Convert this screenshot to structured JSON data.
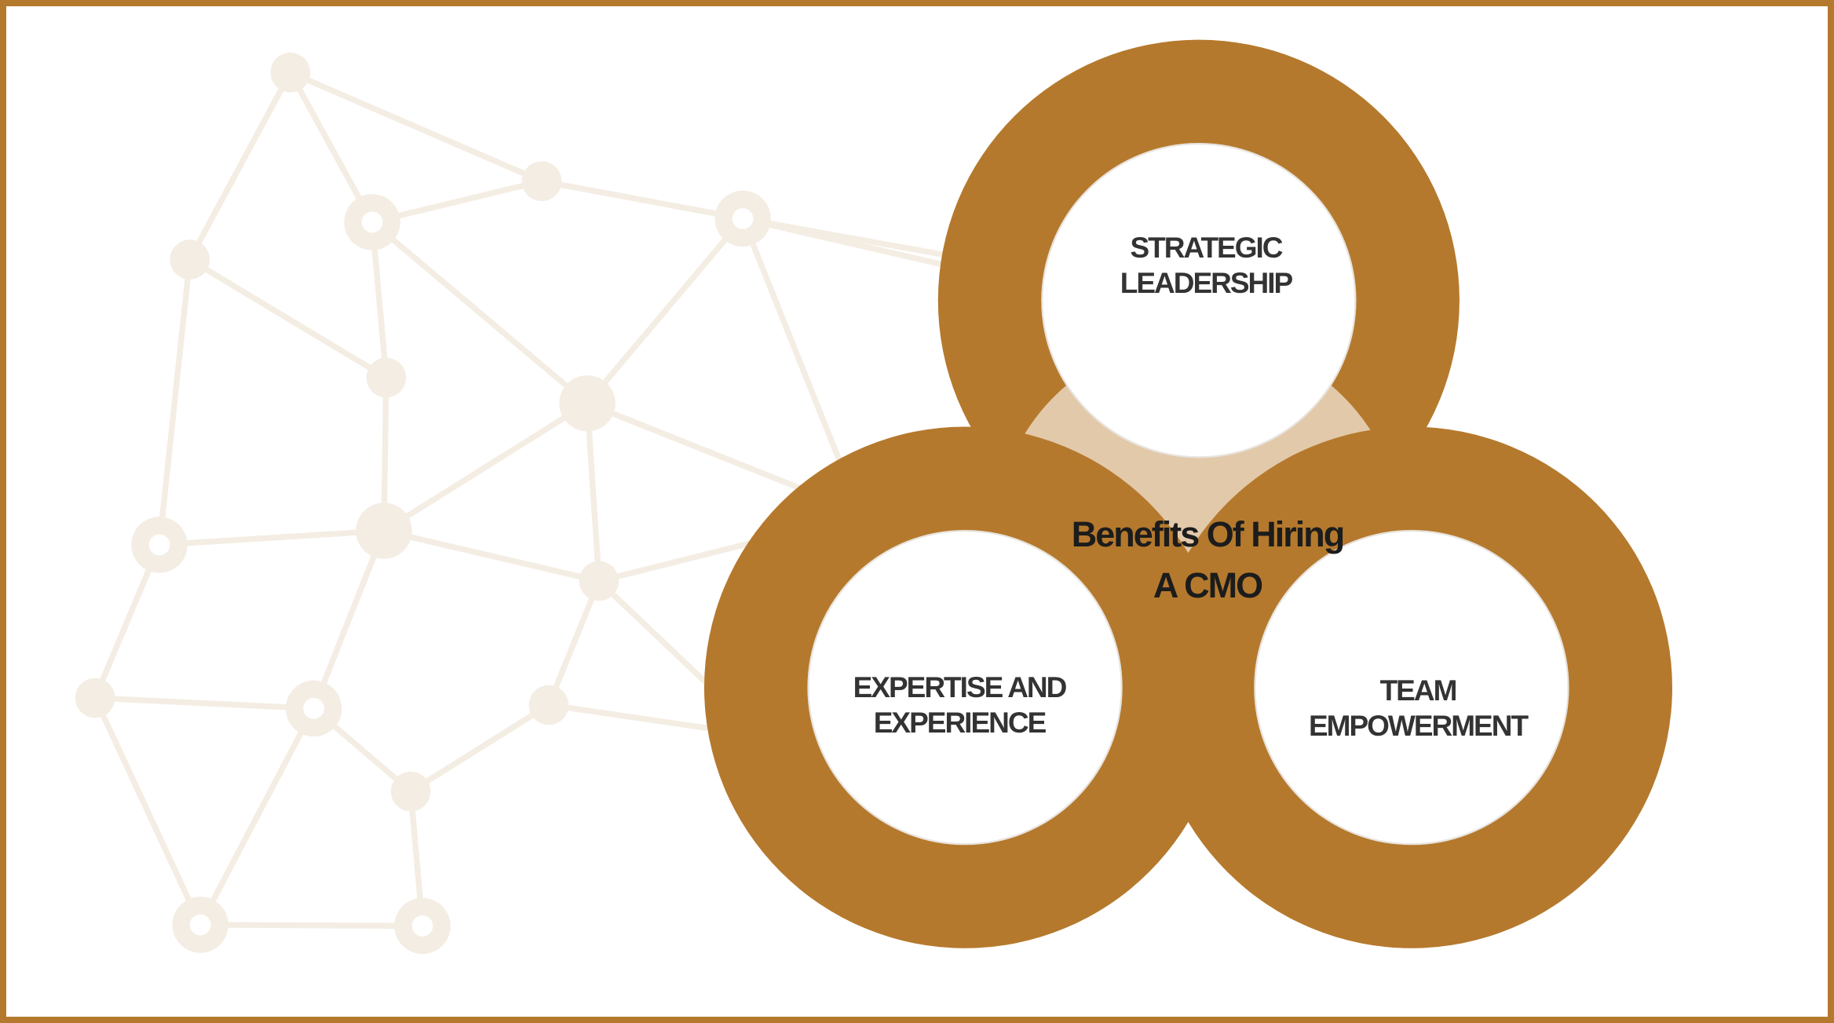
{
  "diagram": {
    "title_line1": "Benefits Of Hiring",
    "title_line2": "A CMO",
    "items": [
      {
        "line1": "STRATEGIC",
        "line2": "LEADERSHIP"
      },
      {
        "line1": "EXPERTISE AND",
        "line2": "EXPERIENCE"
      },
      {
        "line1": "TEAM",
        "line2": "EMPOWERMENT"
      }
    ]
  },
  "colors": {
    "ring": "#b5792d",
    "center": "#e2c9aa",
    "network": "#f4ede3",
    "border": "#b5792d"
  }
}
